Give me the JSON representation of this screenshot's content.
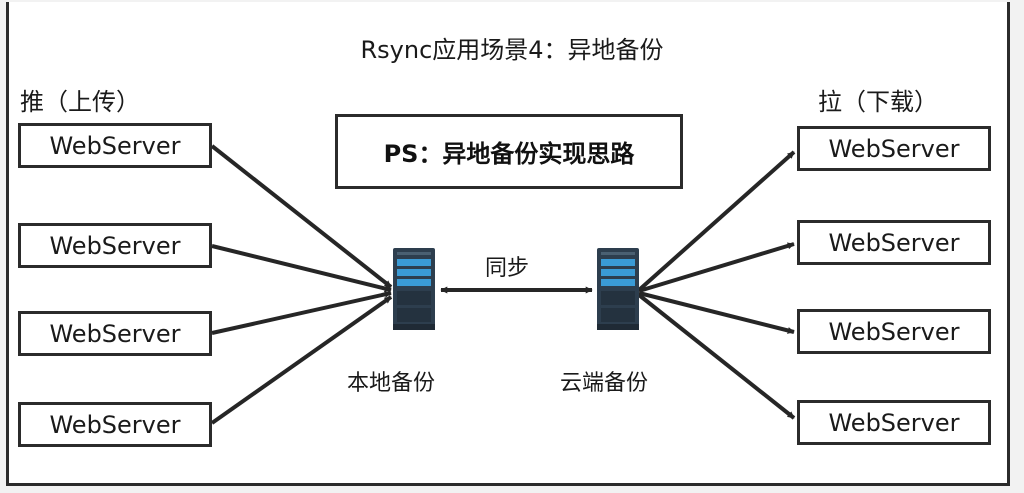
{
  "title": "Rsync应用场景4：异地备份",
  "push_label": "推（上传）",
  "pull_label": "拉（下载）",
  "ps_text": "PS：异地备份实现思路",
  "left_servers": [
    "WebServer",
    "WebServer",
    "WebServer",
    "WebServer"
  ],
  "right_servers": [
    "WebServer",
    "WebServer",
    "WebServer",
    "WebServer"
  ],
  "sync_label": "同步",
  "local_backup_label": "本地备份",
  "cloud_backup_label": "云端备份",
  "icons": {
    "local_backup": "server-rack-icon",
    "cloud_backup": "server-rack-icon"
  },
  "colors": {
    "line": "#262626",
    "server_body": "#2d3e4e",
    "server_accent": "#3a9bd6"
  }
}
